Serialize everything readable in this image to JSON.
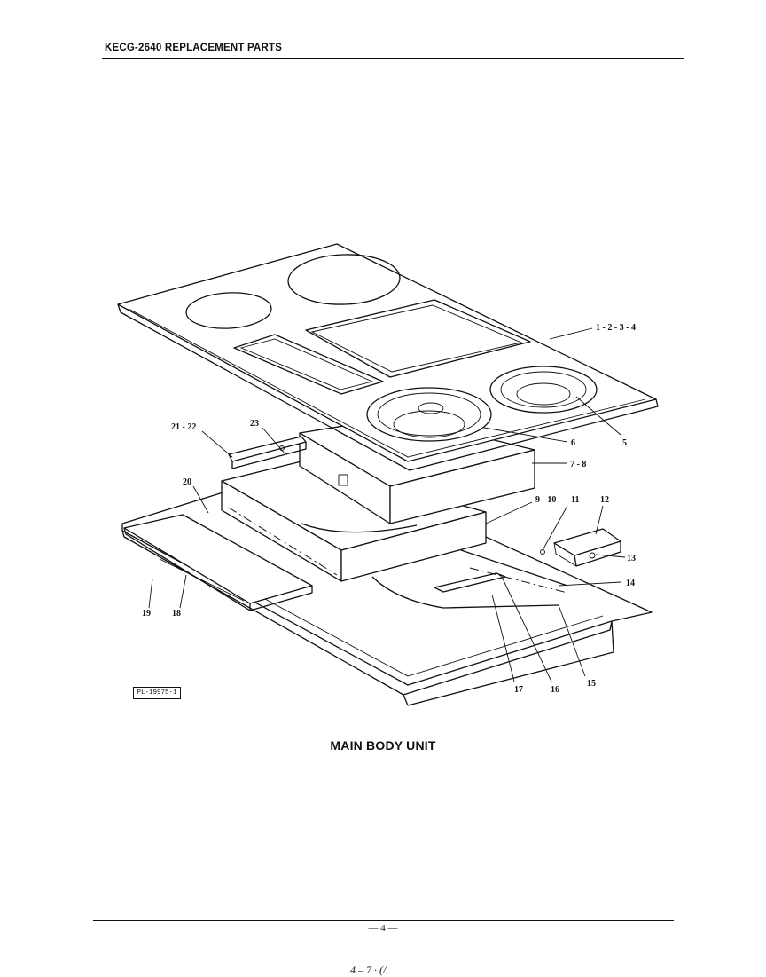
{
  "header": {
    "title": "KECG-2640 REPLACEMENT PARTS"
  },
  "diagram": {
    "plate_number": "PL-19975-1",
    "callouts": [
      {
        "id": "c-1-2-3-4",
        "label": "1 - 2 - 3 - 4"
      },
      {
        "id": "c-5",
        "label": "5"
      },
      {
        "id": "c-6",
        "label": "6"
      },
      {
        "id": "c-7-8",
        "label": "7 - 8"
      },
      {
        "id": "c-9-10",
        "label": "9 - 10"
      },
      {
        "id": "c-11",
        "label": "11"
      },
      {
        "id": "c-12",
        "label": "12"
      },
      {
        "id": "c-13",
        "label": "13"
      },
      {
        "id": "c-14",
        "label": "14"
      },
      {
        "id": "c-15",
        "label": "15"
      },
      {
        "id": "c-16",
        "label": "16"
      },
      {
        "id": "c-17",
        "label": "17"
      },
      {
        "id": "c-18",
        "label": "18"
      },
      {
        "id": "c-19",
        "label": "19"
      },
      {
        "id": "c-20",
        "label": "20"
      },
      {
        "id": "c-21-22",
        "label": "21 - 22"
      },
      {
        "id": "c-23",
        "label": "23"
      }
    ]
  },
  "caption": "MAIN BODY UNIT",
  "footer": {
    "page_number": "— 4 —",
    "scribble": "4  –  7  ·  (/"
  }
}
